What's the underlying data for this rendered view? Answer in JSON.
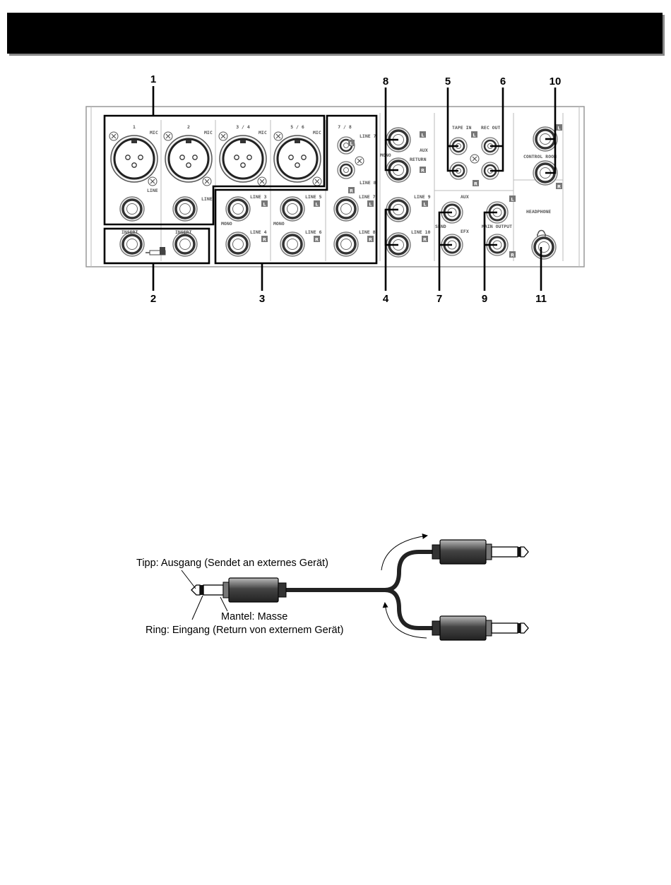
{
  "callouts": [
    "1",
    "2",
    "3",
    "4",
    "5",
    "6",
    "7",
    "8",
    "9",
    "10",
    "11"
  ],
  "panel": {
    "ch1": "1",
    "ch2": "2",
    "ch34": "3 / 4",
    "ch56": "5 / 6",
    "ch78": "7 / 8",
    "mic": "MIC",
    "line": "LINE",
    "insert": "INSERT",
    "line3": "LINE 3",
    "line4": "LINE 4",
    "line5": "LINE 5",
    "line6": "LINE 6",
    "line7": "LINE 7",
    "line8": "LINE 8",
    "line9": "LINE 9",
    "line10": "LINE 10",
    "mono": "MONO",
    "aux": "AUX",
    "return": "RETURN",
    "tape_in": "TAPE IN",
    "rec_out": "REC OUT",
    "send": "SEND",
    "efx": "EFX",
    "main_output": "MAIN OUTPUT",
    "control_room": "CONTROL ROOM",
    "headphone": "HEADPHONE",
    "left": "L",
    "right": "R"
  },
  "cable": {
    "tip": "Tipp: Ausgang (Sendet an externes Gerät)",
    "sleeve": "Mantel: Masse",
    "ring": "Ring: Eingang (Return von externem Gerät)"
  }
}
